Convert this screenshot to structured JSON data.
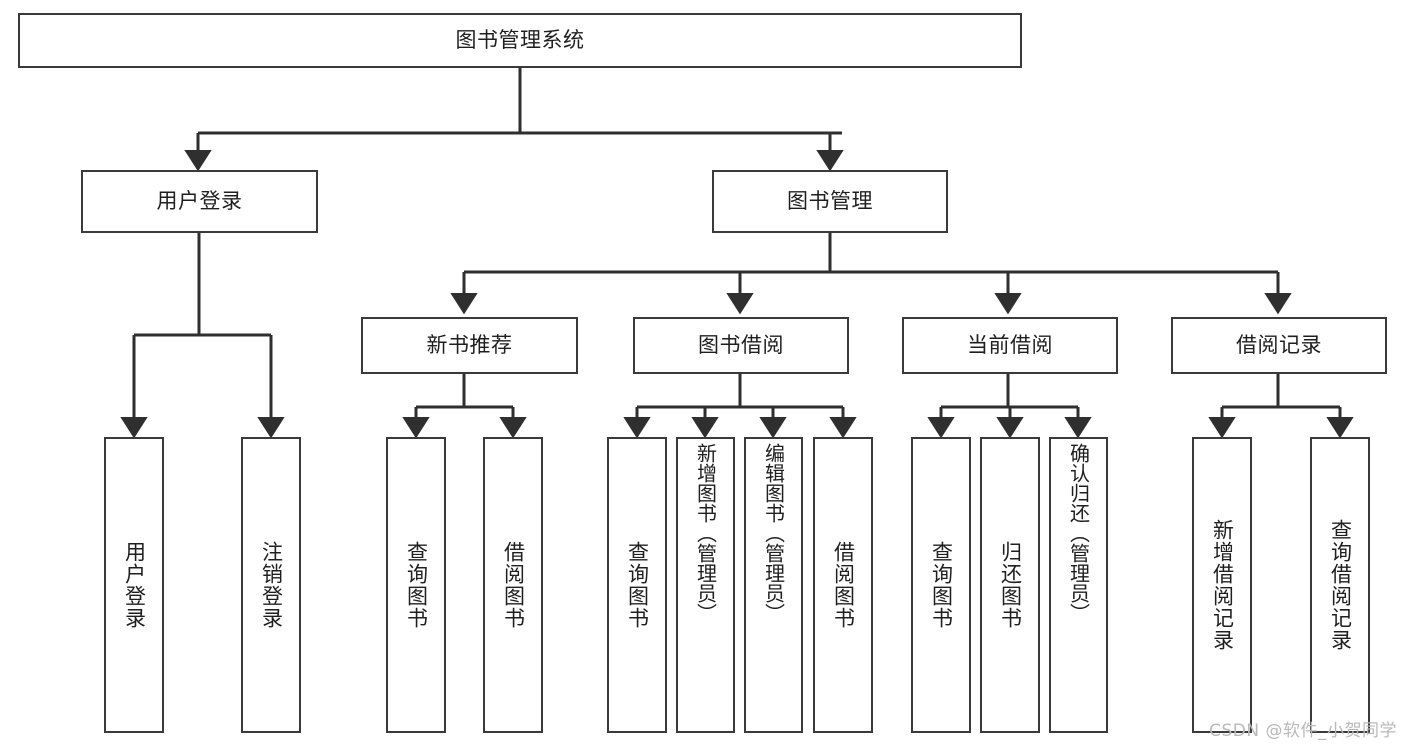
{
  "diagram": {
    "title": "图书管理系统",
    "type": "tree",
    "watermark": "CSDN @软件_小贺同学",
    "colors": {
      "background": "#ffffff",
      "node_border": "#3a3a3a",
      "node_fill": "#ffffff",
      "edge": "#2f2f2f",
      "text": "#1f1f1f",
      "watermark": "#b9b9b9"
    },
    "root": {
      "id": "root",
      "label": "图书管理系统"
    },
    "level1": [
      {
        "id": "user-login",
        "label": "用户登录"
      },
      {
        "id": "book-manage",
        "label": "图书管理"
      }
    ],
    "level2": [
      {
        "id": "new-book-recommend",
        "label": "新书推荐",
        "parent": "book-manage"
      },
      {
        "id": "book-borrow",
        "label": "图书借阅",
        "parent": "book-manage"
      },
      {
        "id": "current-borrow",
        "label": "当前借阅",
        "parent": "book-manage"
      },
      {
        "id": "borrow-record",
        "label": "借阅记录",
        "parent": "book-manage"
      }
    ],
    "leaves": {
      "user_login": [
        {
          "id": "leaf-user-login",
          "label": "用户登录"
        },
        {
          "id": "leaf-logout",
          "label": "注销登录"
        }
      ],
      "new_book_recommend": [
        {
          "id": "leaf-query-book-1",
          "label": "查询图书"
        },
        {
          "id": "leaf-borrow-book-1",
          "label": "借阅图书"
        }
      ],
      "book_borrow": [
        {
          "id": "leaf-query-book-2",
          "label": "查询图书"
        },
        {
          "id": "leaf-add-book",
          "label": "新增图书（管理员）"
        },
        {
          "id": "leaf-edit-book",
          "label": "编辑图书（管理员）"
        },
        {
          "id": "leaf-borrow-book-2",
          "label": "借阅图书"
        }
      ],
      "current_borrow": [
        {
          "id": "leaf-query-book-3",
          "label": "查询图书"
        },
        {
          "id": "leaf-return-book",
          "label": "归还图书"
        },
        {
          "id": "leaf-confirm-return",
          "label": "确认归还（管理员）"
        }
      ],
      "borrow_record": [
        {
          "id": "leaf-add-record",
          "label": "新增借阅记录"
        },
        {
          "id": "leaf-query-record",
          "label": "查询借阅记录"
        }
      ]
    }
  }
}
